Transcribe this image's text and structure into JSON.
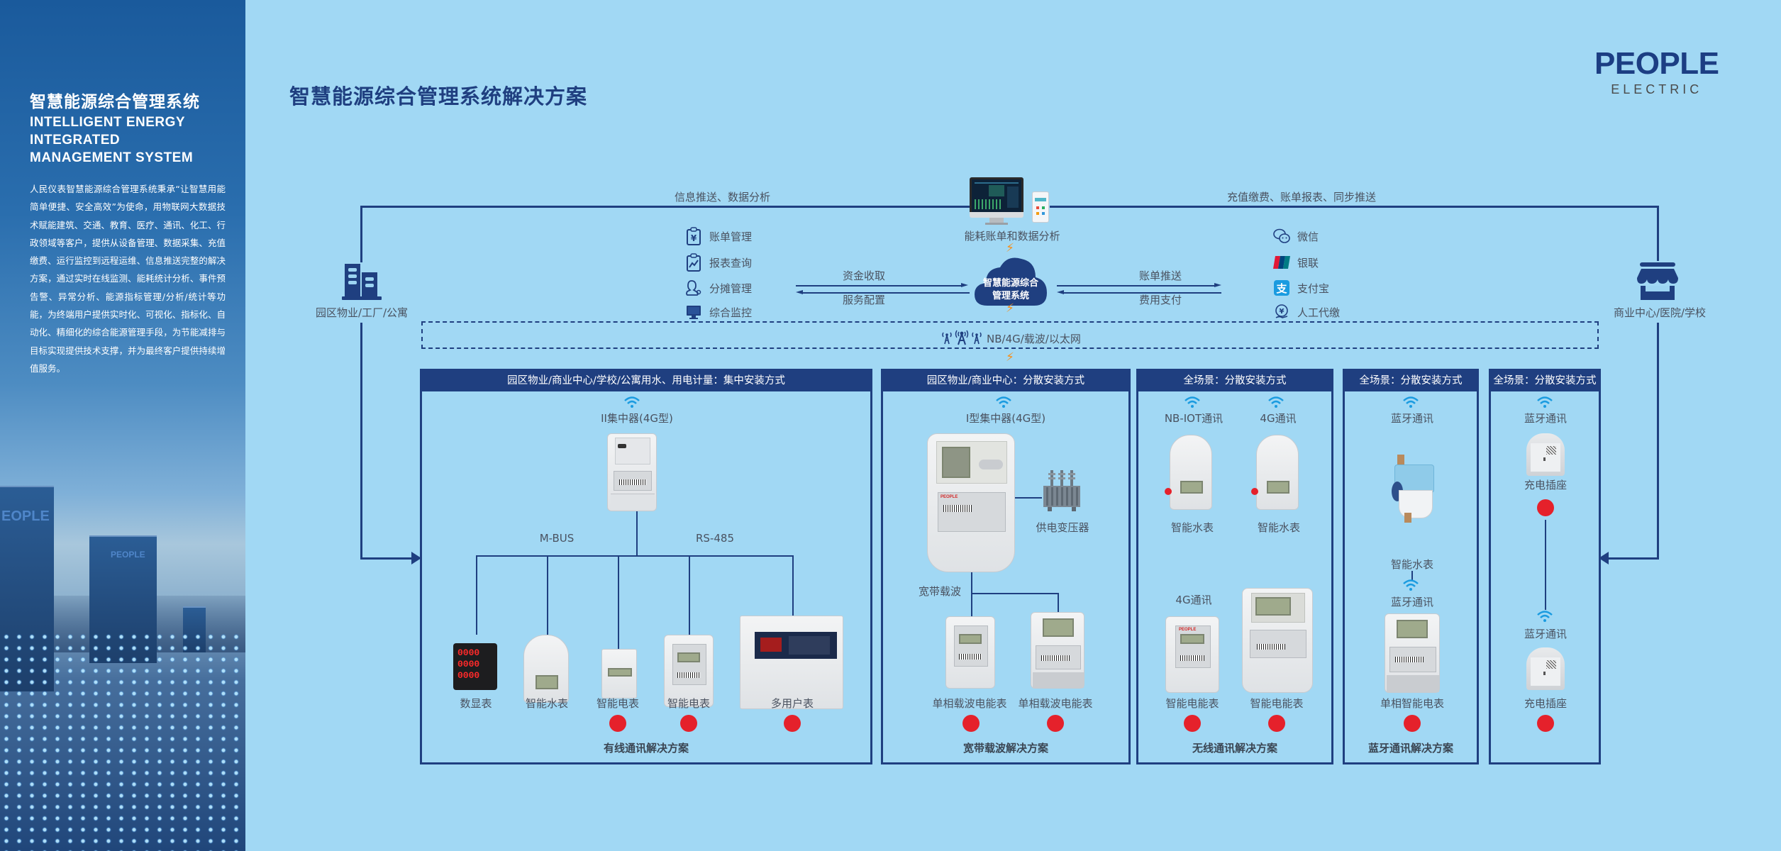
{
  "sidebar": {
    "title_cn": "智慧能源综合管理系统",
    "title_en_lines": [
      "INTELLIGENT ENERGY",
      "INTEGRATED",
      "MANAGEMENT SYSTEM"
    ],
    "description": "人民仪表智慧能源综合管理系统秉承“让智慧用能简单便捷、安全高效”为使命，用物联网大数据技术赋能建筑、交通、教育、医疗、通讯、化工、行政领域等客户，提供从设备管理、数据采集、充值缴费、运行监控到远程运维、信息推送完整的解决方案，通过实时在线监测、能耗统计分析、事件预告警、异常分析、能源指标管理/分析/统计等功能，为终端用户提供实时化、可视化、指标化、自动化、精细化的综合能源管理手段，为节能减排与目标实现提供技术支撑，并为最终客户提供持续增值服务。",
    "tower_labels": [
      "EOPLE",
      "PEOPLE"
    ]
  },
  "header": {
    "title": "智慧能源综合管理系统解决方案",
    "logo_brand": "PEOPLE",
    "logo_sub": "ELECTRIC"
  },
  "colors": {
    "background": "#a1d8f4",
    "primary": "#1f3f80",
    "accent_orange": "#f5901e",
    "status_red": "#e5212b",
    "wifi_blue": "#1a9be0"
  },
  "top_flow": {
    "left_endpoint": "园区物业/工厂/公寓",
    "right_endpoint": "商业中心/医院/学校",
    "left_line_label": "信息推送、数据分析",
    "right_line_label": "充值缴费、账单报表、同步推送",
    "center_device_label": "能耗账单和数据分析",
    "cloud_label_lines": [
      "智慧能源综合",
      "管理系统"
    ],
    "left_arrow_top": "资金收取",
    "left_arrow_bottom": "服务配置",
    "right_arrow_top": "账单推送",
    "right_arrow_bottom": "费用支付",
    "left_functions": [
      {
        "icon": "bill-clipboard-icon",
        "label": "账单管理"
      },
      {
        "icon": "report-clipboard-icon",
        "label": "报表查询"
      },
      {
        "icon": "user-share-icon",
        "label": "分摊管理"
      },
      {
        "icon": "monitor-icon",
        "label": "综合监控"
      }
    ],
    "payment_methods": [
      {
        "icon": "wechat-icon",
        "label": "微信"
      },
      {
        "icon": "unionpay-icon",
        "label": "银联"
      },
      {
        "icon": "alipay-icon",
        "label": "支付宝"
      },
      {
        "icon": "manual-payment-icon",
        "label": "人工代缴"
      }
    ],
    "network_label": "NB/4G/载波/以太网"
  },
  "panels": [
    {
      "title": "园区物业/商业中心/学校/公寓用水、用电计量：集中安装方式",
      "concentrator_label": "II集中器(4G型)",
      "bus_labels": [
        "M-BUS",
        "RS-485"
      ],
      "devices": [
        {
          "label": "数显表",
          "status_dot": false
        },
        {
          "label": "智能水表",
          "status_dot": false
        },
        {
          "label": "智能电表",
          "status_dot": true
        },
        {
          "label": "智能电表",
          "status_dot": true
        },
        {
          "label": "多用户表",
          "status_dot": true
        }
      ],
      "footer": "有线通讯解决方案"
    },
    {
      "title": "园区物业/商业中心：分散安装方式",
      "concentrator_label": "I型集中器(4G型)",
      "side_device_label": "供电变压器",
      "branch_label": "宽带载波",
      "devices": [
        {
          "label": "单相载波电能表",
          "status_dot": true
        },
        {
          "label": "单相载波电能表",
          "status_dot": true
        }
      ],
      "footer": "宽带载波解决方案"
    },
    {
      "title": "全场景：分散安装方式",
      "comm_labels": [
        "NB-IOT通讯",
        "4G通讯",
        "4G通讯"
      ],
      "devices": [
        {
          "label": "智能水表",
          "status_dot": false
        },
        {
          "label": "智能水表",
          "status_dot": false
        },
        {
          "label": "智能电能表",
          "status_dot": true
        },
        {
          "label": "智能电能表",
          "status_dot": true
        }
      ],
      "footer": "无线通讯解决方案"
    },
    {
      "title": "全场景：分散安装方式",
      "comm_labels": [
        "蓝牙通讯",
        "蓝牙通讯"
      ],
      "devices": [
        {
          "label": "智能水表",
          "status_dot": false
        },
        {
          "label": "单相智能电表",
          "status_dot": true
        }
      ],
      "footer": "蓝牙通讯解决方案"
    },
    {
      "title": "全场景：分散安装方式",
      "comm_labels": [
        "蓝牙通讯",
        "蓝牙通讯"
      ],
      "devices": [
        {
          "label": "充电插座",
          "status_dot": true
        },
        {
          "label": "充电插座",
          "status_dot": true
        }
      ],
      "footer": ""
    }
  ]
}
